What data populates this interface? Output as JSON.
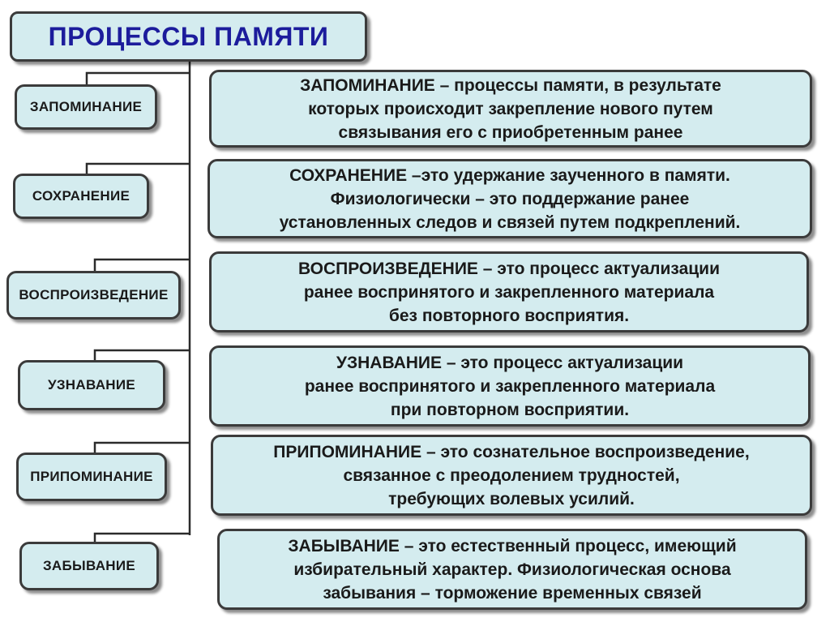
{
  "title": "ПРОЦЕССЫ ПАМЯТИ",
  "processes": [
    {
      "name": "ЗАПОМИНАНИЕ",
      "definition": [
        "ЗАПОМИНАНИЕ – процессы памяти, в результате",
        "которых происходит закрепление нового путем",
        "связывания его с приобретенным ранее"
      ]
    },
    {
      "name": "СОХРАНЕНИЕ",
      "definition": [
        "СОХРАНЕНИЕ –это удержание заученного в памяти.",
        "Физиологически – это поддержание ранее",
        "установленных следов и связей путем подкреплений."
      ]
    },
    {
      "name": "ВОСПРОИЗВЕДЕНИЕ",
      "definition": [
        "ВОСПРОИЗВЕДЕНИЕ – это процесс актуализации",
        "ранее воспринятого и закрепленного материала",
        "без повторного  восприятия."
      ]
    },
    {
      "name": "УЗНАВАНИЕ",
      "definition": [
        "УЗНАВАНИЕ – это процесс актуализации",
        "ранее воспринятого и закрепленного материала",
        "при повторном  восприятии."
      ]
    },
    {
      "name": "ПРИПОМИНАНИЕ",
      "definition": [
        "ПРИПОМИНАНИЕ – это сознательное воспроизведение,",
        "связанное с преодолением трудностей,",
        "требующих волевых усилий."
      ]
    },
    {
      "name": "ЗАБЫВАНИЕ",
      "definition": [
        "ЗАБЫВАНИЕ – это естественный процесс, имеющий",
        "избирательный характер. Физиологическая основа",
        "забывания – торможение временных связей"
      ]
    }
  ]
}
